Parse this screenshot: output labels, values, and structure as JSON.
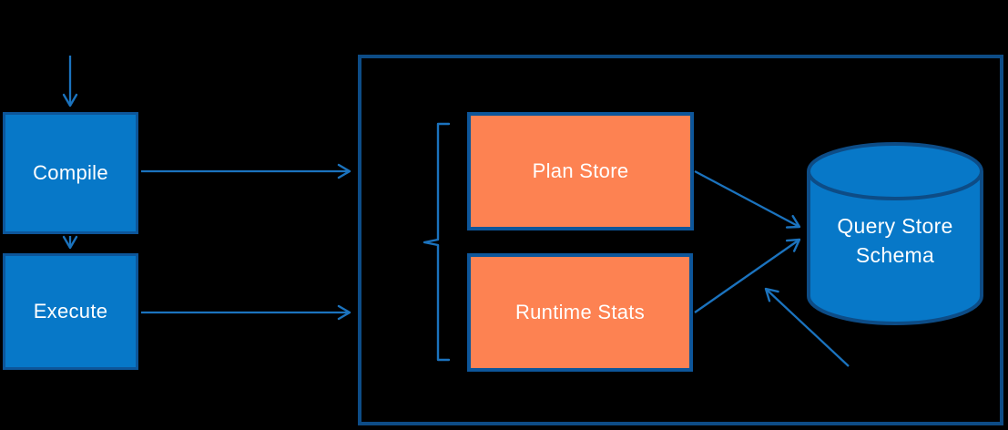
{
  "diagram": {
    "description": "Query Store architecture flow diagram",
    "nodes": {
      "compile": {
        "label": "Compile"
      },
      "execute": {
        "label": "Execute"
      },
      "plan_store": {
        "label": "Plan Store"
      },
      "runtime_stats": {
        "label": "Runtime Stats"
      },
      "query_store_schema": {
        "label": "Query Store Schema",
        "label_line1": "Query Store",
        "label_line2": "Schema"
      }
    },
    "edges": [
      {
        "from": "(input)",
        "to": "compile"
      },
      {
        "from": "compile",
        "to": "query-store-container"
      },
      {
        "from": "compile",
        "to": "execute"
      },
      {
        "from": "execute",
        "to": "query-store-container"
      },
      {
        "from": "plan_store",
        "to": "query_store_schema"
      },
      {
        "from": "runtime_stats",
        "to": "query_store_schema"
      },
      {
        "from": "(annotation)",
        "to": "query_store_schema"
      }
    ],
    "colors": {
      "background": "#000000",
      "blue_node_fill": "#0778C8",
      "blue_node_border": "#0D569A",
      "orange_node_fill": "#FD8252",
      "orange_node_border": "#0D569A",
      "container_border": "#0D4C86",
      "cylinder_fill": "#0778C8",
      "cylinder_border": "#0D4C86",
      "arrow": "#1B73BE",
      "text": "#FFFFFF"
    }
  }
}
